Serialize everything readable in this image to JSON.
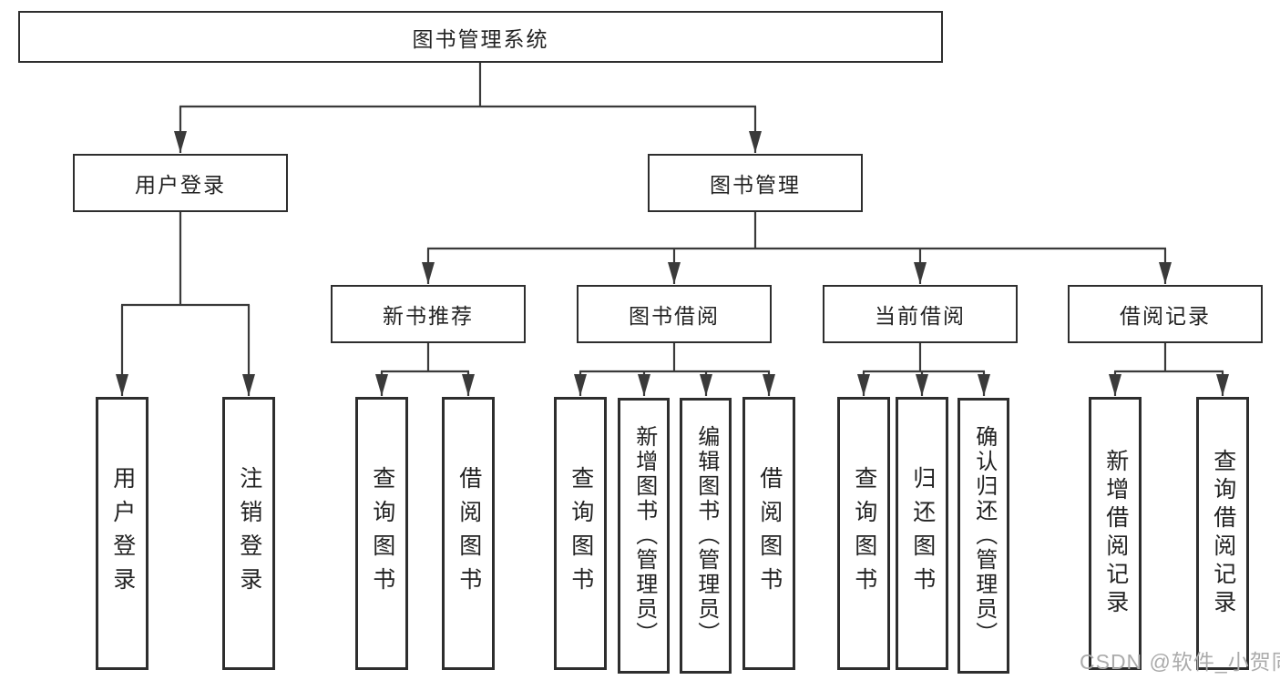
{
  "tree": {
    "root": {
      "label": "图书管理系统"
    },
    "branches": [
      {
        "label": "用户登录",
        "children": [
          {
            "label": "用户登录"
          },
          {
            "label": "注销登录"
          }
        ]
      },
      {
        "label": "图书管理",
        "children": [
          {
            "label": "新书推荐",
            "children": [
              {
                "label": "查询图书"
              },
              {
                "label": "借阅图书"
              }
            ]
          },
          {
            "label": "图书借阅",
            "children": [
              {
                "label": "查询图书"
              },
              {
                "label": "新增图书（管理员）"
              },
              {
                "label": "编辑图书（管理员）"
              },
              {
                "label": "借阅图书"
              }
            ]
          },
          {
            "label": "当前借阅",
            "children": [
              {
                "label": "查询图书"
              },
              {
                "label": "归还图书"
              },
              {
                "label": "确认归还（管理员）"
              }
            ]
          },
          {
            "label": "借阅记录",
            "children": [
              {
                "label": "新增借阅记录"
              },
              {
                "label": "查询借阅记录"
              }
            ]
          }
        ]
      }
    ]
  },
  "watermark": {
    "text": "CSDN @软件_小贺同学"
  },
  "colors": {
    "background": "#ffffff",
    "box_border": "#2e2e2e",
    "connector_line": "#3a3a3a",
    "text": "#222222",
    "watermark_text": "#ababab"
  }
}
